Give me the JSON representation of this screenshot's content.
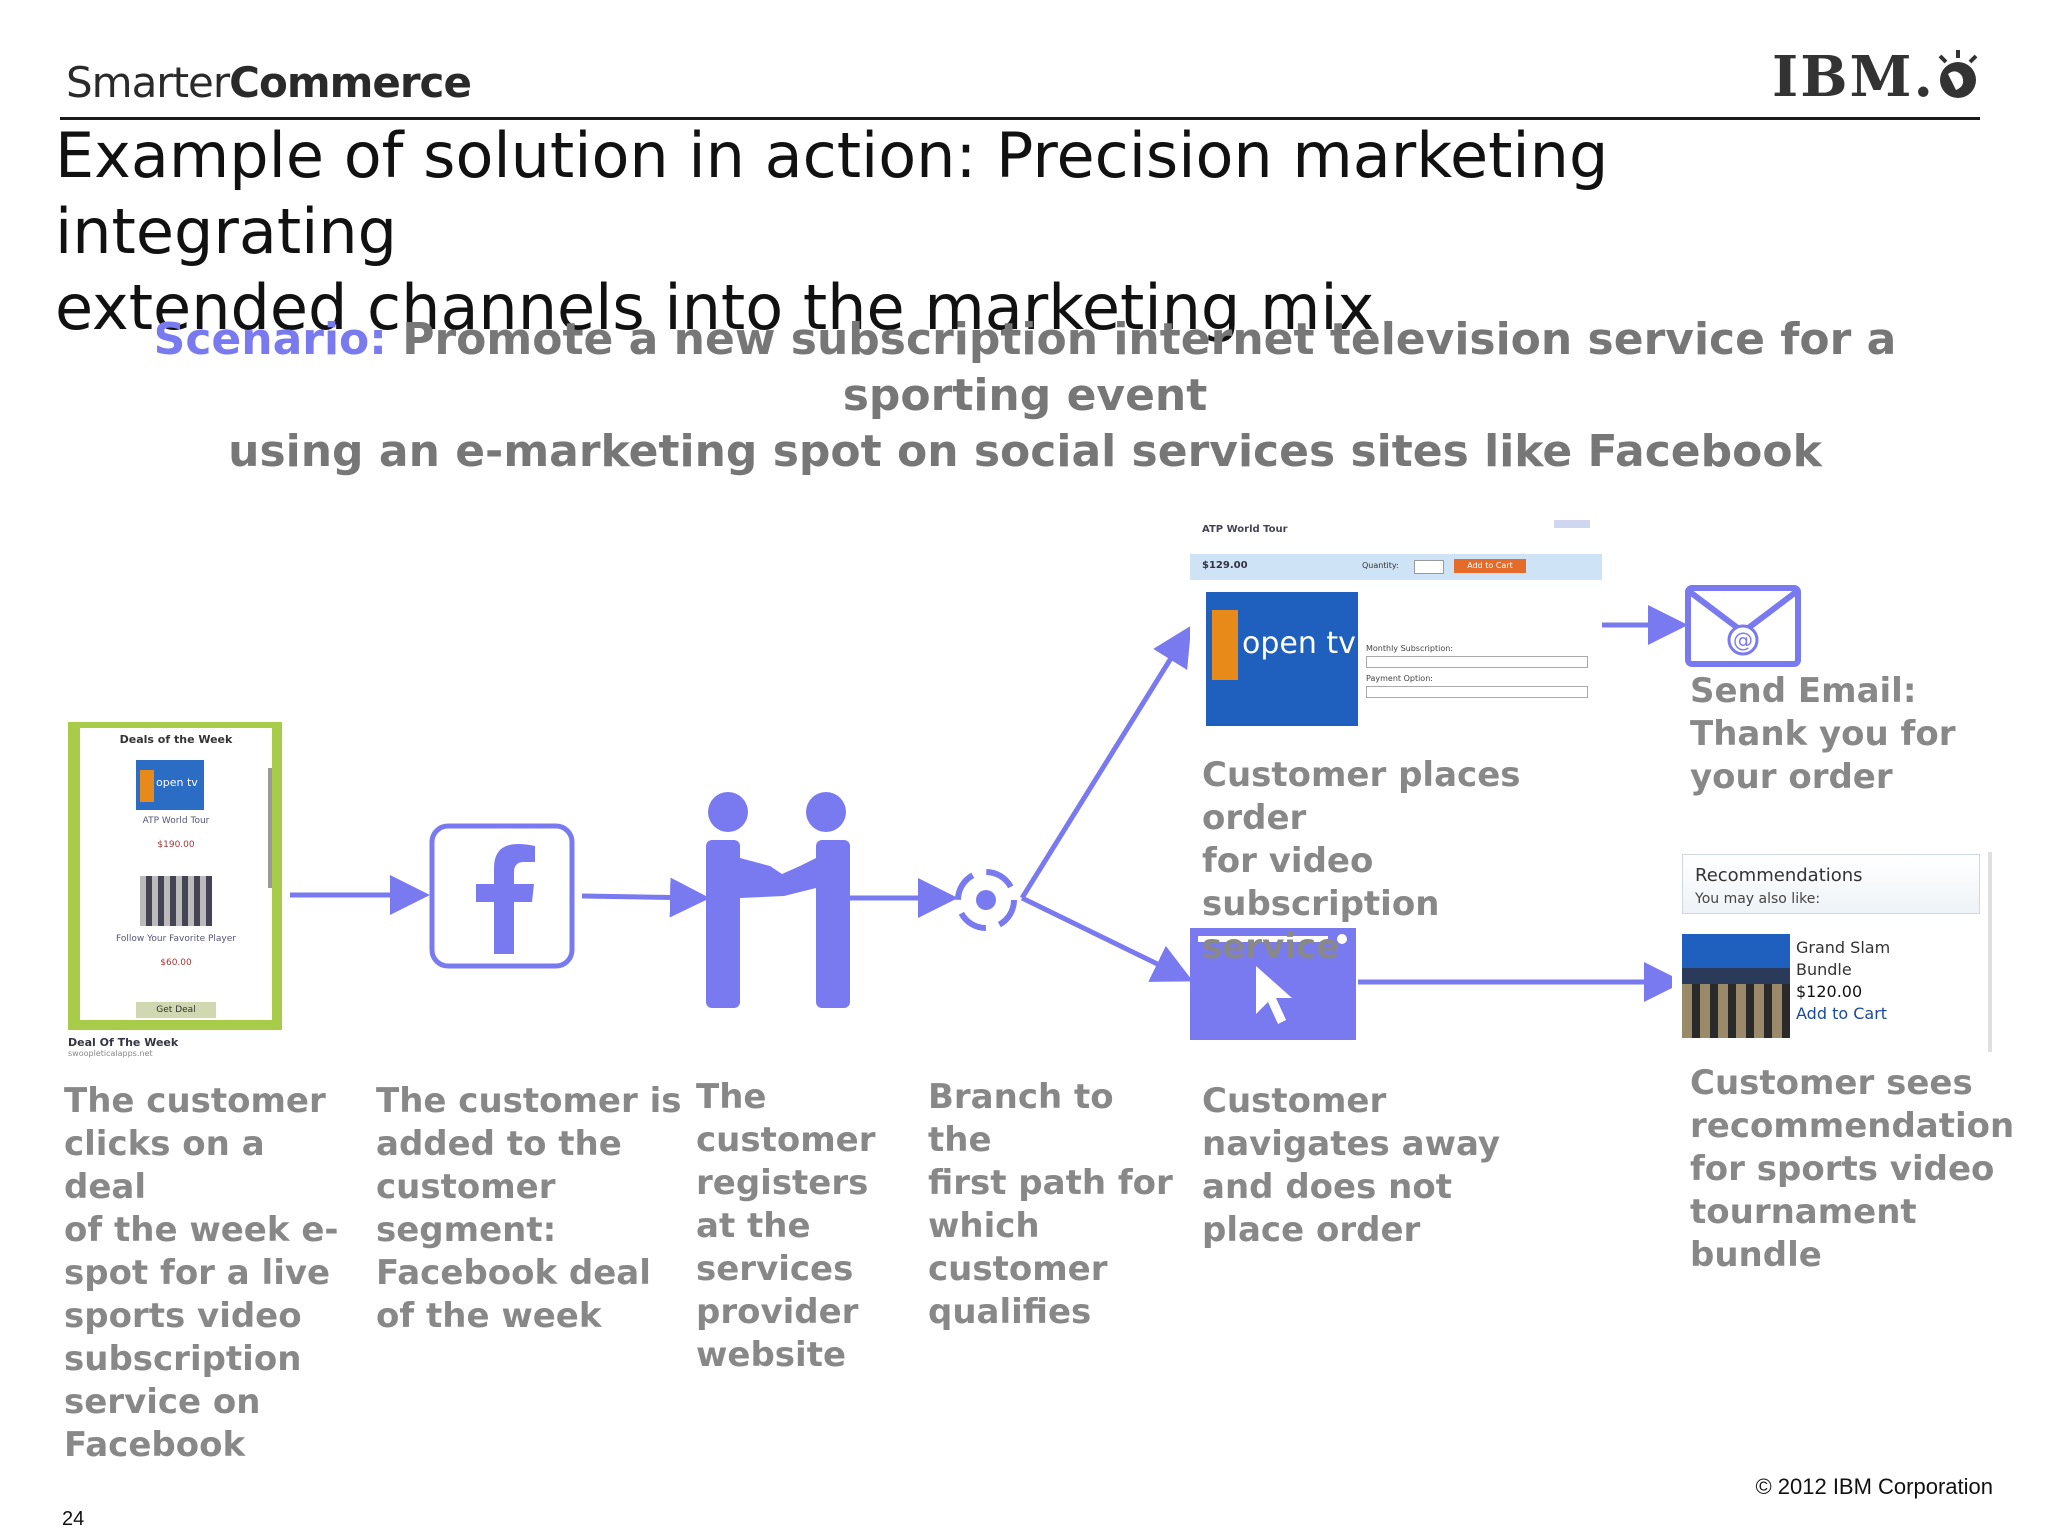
{
  "header": {
    "brand_light": "Smarter",
    "brand_bold": "Commerce",
    "logo_text": "IBM."
  },
  "title": {
    "line1": "Example of solution in action: Precision marketing integrating",
    "line2": "extended channels into the marketing mix"
  },
  "scenario": {
    "label": "Scenario:",
    "line1": "Promote a new subscription internet television service for a sporting event",
    "line2": "using an e-marketing spot on social services sites like Facebook"
  },
  "deal_spot": {
    "heading": "Deals of the Week",
    "item1_name": "ATP World Tour",
    "item1_price": "$190.00",
    "item2_name": "Follow Your Favorite Player",
    "item2_price": "$60.00",
    "button": "Get Deal",
    "caption": "Deal Of The Week",
    "caption_sub": "swoopleticalapps.net"
  },
  "order_page": {
    "product": "ATP World Tour",
    "price": "$129.00",
    "quantity_label": "Quantity:",
    "cart_button": "Add to Cart",
    "monthly_label": "Monthly Subscription:",
    "payment_label": "Payment Option:",
    "logo": "open tv"
  },
  "email": {
    "caption_line1": "Send Email:",
    "caption_line2": "Thank you for",
    "caption_line3": "your order"
  },
  "recommendations": {
    "title": "Recommendations",
    "subtitle": "You may also like:",
    "item_line1": "Grand Slam",
    "item_line2": "Bundle",
    "price": "$120.00",
    "cart_link": "Add to Cart"
  },
  "captions": {
    "c1": [
      "The customer",
      "clicks on a deal",
      "of the week e-",
      "spot for a live",
      "sports video",
      "subscription",
      "service on",
      "Facebook"
    ],
    "c2": [
      "The customer is",
      "added to the",
      "customer",
      "segment:",
      "Facebook deal",
      "of the week"
    ],
    "c3": [
      "The",
      "customer",
      "registers",
      "at the",
      "services",
      "provider",
      "website"
    ],
    "c4": [
      "Branch to the",
      "first path for",
      "which",
      "customer",
      "qualifies"
    ],
    "c5": [
      "Customer places order",
      "for video subscription",
      "service"
    ],
    "c6": [
      "Customer",
      "navigates away",
      "and does not",
      "place order"
    ],
    "c7": [
      "Customer sees",
      "recommendation",
      "for sports video",
      "tournament",
      "bundle"
    ]
  },
  "footer": {
    "copyright": "© 2012 IBM Corporation",
    "page": "24"
  },
  "colors": {
    "accent": "#7a7af0",
    "caption_gray": "#888888",
    "deal_green": "#a8cc4a"
  }
}
